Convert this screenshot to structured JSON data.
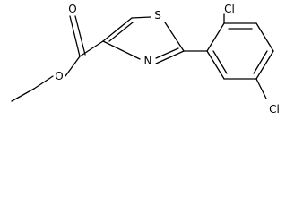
{
  "molecule": {
    "atoms": {
      "o_carbonyl": "O",
      "o_ester": "O",
      "s_ring": "S",
      "n_ring": "N",
      "cl_ortho": "Cl",
      "cl_para": "Cl"
    }
  },
  "colors": {
    "bond": "#000000",
    "label": "#000000",
    "background": "#ffffff"
  }
}
